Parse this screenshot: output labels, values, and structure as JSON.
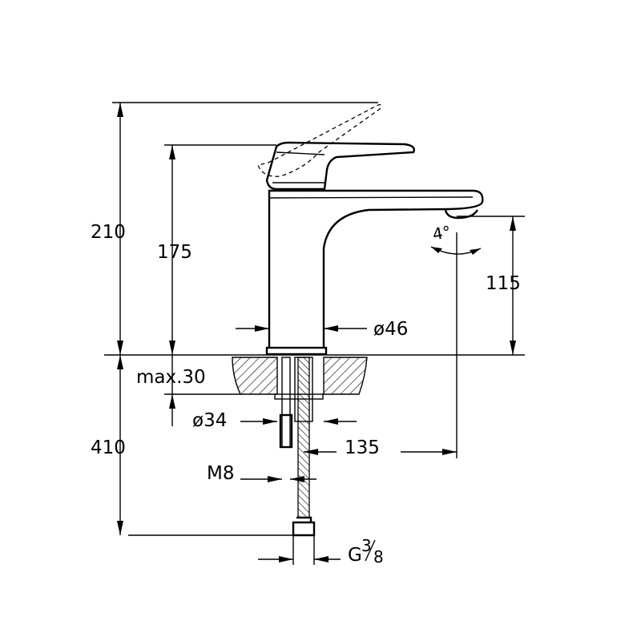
{
  "dimensions": {
    "total_height": "210",
    "handle_height": "175",
    "spout_height": "115",
    "base_diameter": "ø46",
    "max_deck_thickness": "max.30",
    "shank_diameter": "ø34",
    "below_deck_length": "410",
    "spout_reach": "135",
    "stud_thread": "M8",
    "hose_connection_main": "G",
    "hose_connection_num": "3",
    "hose_connection_den": "8",
    "spout_angle": "4°"
  },
  "colors": {
    "line": "#000000",
    "background": "#ffffff"
  }
}
